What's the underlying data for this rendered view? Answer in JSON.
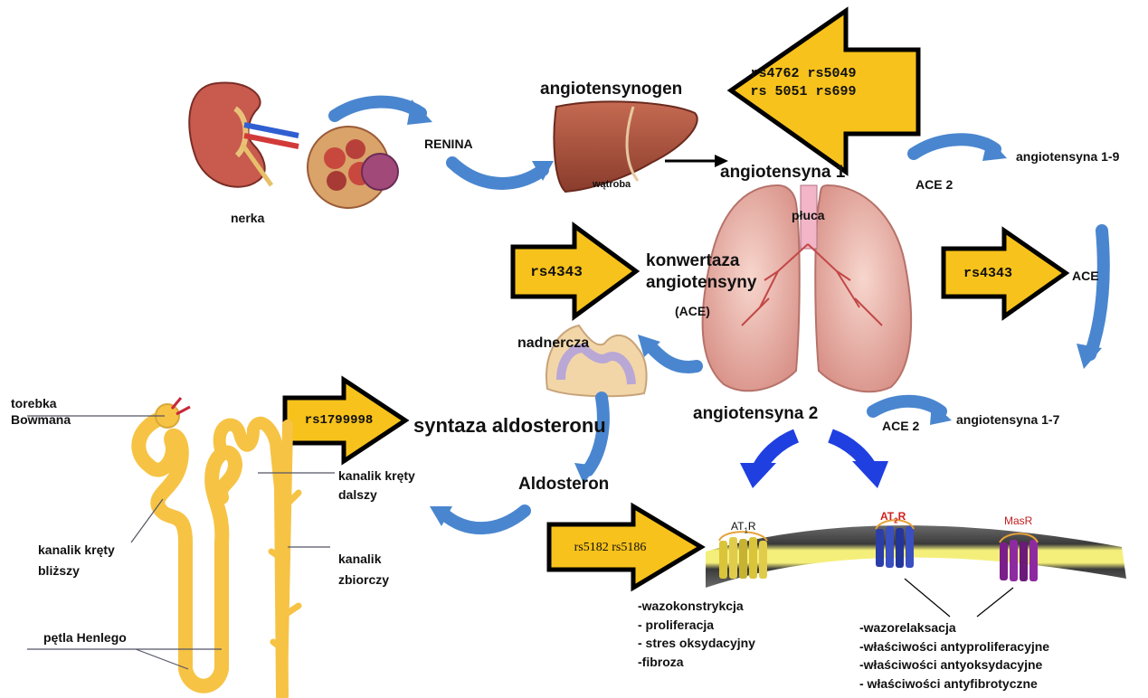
{
  "labels": {
    "nerka": "nerka",
    "renina": "RENINA",
    "angiotensynogen": "angiotensynogen",
    "watroba": "wątroba",
    "angiotensyna1": "angiotensyna 1",
    "ace2_top": "ACE 2",
    "angiotensyna19": "angiotensyna 1-9",
    "pluca": "płuca",
    "konwertaza": "konwertaza",
    "angiotensyny": "angiotensyny",
    "ace_paren": "(ACE)",
    "ace_right": "ACE",
    "nadnercza": "nadnercza",
    "syntaza": "syntaza aldosteronu",
    "angiotensyna2": "angiotensyna 2",
    "ace2_bottom": "ACE 2",
    "angiotensyna17": "angiotensyna 1-7",
    "aldosteron": "Aldosteron",
    "torebka_1": "torebka",
    "torebka_2": "Bowmana",
    "kanalik_dalszy_1": "kanalik kręty",
    "kanalik_dalszy_2": "dalszy",
    "kanalik_blizszy_1": "kanalik kręty",
    "kanalik_blizszy_2": "bliższy",
    "kanalik_zbiorczy_1": "kanalik",
    "kanalik_zbiorczy_2": "zbiorczy",
    "petla": "pętla Henlego",
    "at1r": "AT",
    "at1r_sub": "1",
    "at1r_suffix": "R",
    "at2r": "AT",
    "at2r_sub": "2",
    "at2r_suffix": "R",
    "masr": "MasR"
  },
  "snp_arrows": {
    "agt_line1": "rs4762 rs5049",
    "agt_line2": "rs 5051 rs699",
    "ace_left": "rs4343",
    "ace_right": "rs4343",
    "cyp11b2": "rs1799998",
    "agtr1": "rs5182 rs5186"
  },
  "effects_at1r": [
    "-wazokonstrykcja",
    "- proliferacja",
    "- stres oksydacyjny",
    "-fibroza"
  ],
  "effects_at2r": [
    "-wazorelaksacja",
    "-właściwości antyproliferacyjne",
    "-właściwości antyoksydacyjne",
    "- właściwości antyfibrotyczne"
  ],
  "colors": {
    "snp_arrow_fill": "#f7c21b",
    "flow_arrow": "#4a86cf",
    "receptor_arrow": "#1f3fe0",
    "lung": "#e9b0a6",
    "liver": "#a8523e",
    "nephron": "#f6c344",
    "kidney": "#c85a4e"
  }
}
